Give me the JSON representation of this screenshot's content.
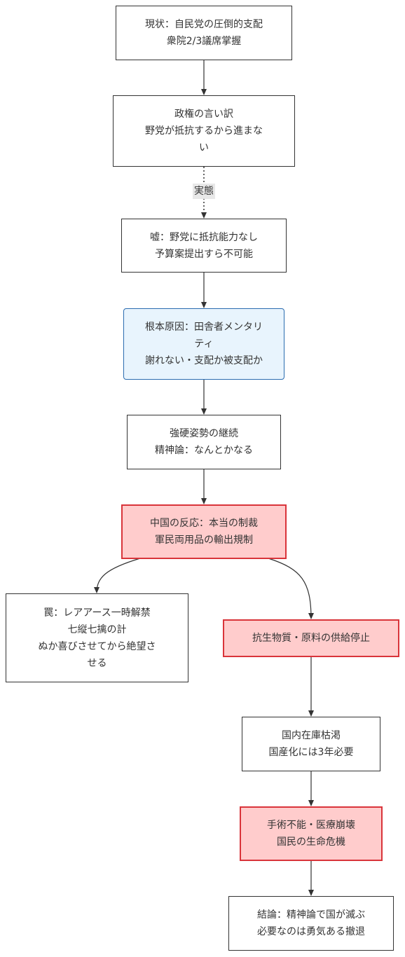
{
  "nodes": {
    "status": {
      "lines": [
        "現状：自民党の圧倒的支配",
        "衆院2/3議席掌握"
      ]
    },
    "excuse": {
      "lines": [
        "政権の言い訳",
        "野党が抵抗するから進まな",
        "い"
      ]
    },
    "lie": {
      "lines": [
        "嘘：野党に抵抗能力なし",
        "予算案提出すら不可能"
      ]
    },
    "cause": {
      "lines": [
        "根本原因：田舎者メンタリ",
        "ティ",
        "謝れない・支配か被支配か"
      ]
    },
    "hardline": {
      "lines": [
        "強硬姿勢の継続",
        "精神論：なんとかなる"
      ]
    },
    "china": {
      "lines": [
        "中国の反応：本当の制裁",
        "軍民両用品の輸出規制"
      ]
    },
    "trap": {
      "lines": [
        "罠：レアアース一時解禁",
        "七縦七擒の計",
        "ぬか喜びさせてから絶望さ",
        "せる"
      ]
    },
    "antibiotic": {
      "lines": [
        "抗生物質・原料の供給停止"
      ]
    },
    "stock": {
      "lines": [
        "国内在庫枯渇",
        "国産化には3年必要"
      ]
    },
    "medical": {
      "lines": [
        "手術不能・医療崩壊",
        "国民の生命危機"
      ]
    },
    "conclusion": {
      "lines": [
        "結論：精神論で国が滅ぶ",
        "必要なのは勇気ある撤退"
      ]
    }
  },
  "edge_labels": {
    "excuse_to_lie": "実態"
  },
  "colors": {
    "info_fill": "#e8f4fd",
    "info_border": "#2b6cb0",
    "alert_fill": "#ffcccc",
    "alert_border": "#d9343a",
    "line": "#333333"
  }
}
